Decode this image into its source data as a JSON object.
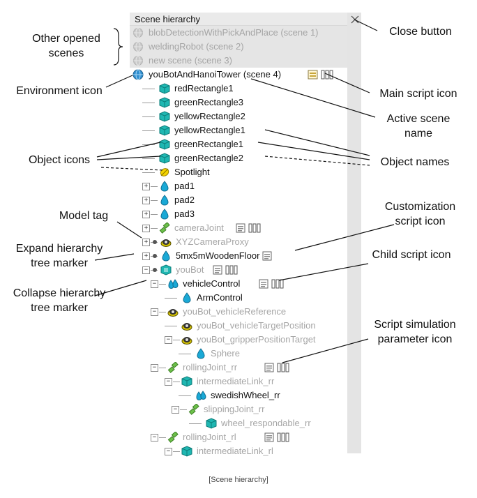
{
  "panel": {
    "title": "Scene hierarchy",
    "close_glyph": "×"
  },
  "scenes": {
    "other": [
      "blobDetectionWithPickAndPlace (scene 1)",
      "weldingRobot (scene 2)",
      "new scene (scene 3)"
    ],
    "active": "youBotAndHanoiTower (scene 4)"
  },
  "tree": [
    {
      "label": "redRectangle1",
      "icon": "cube-icon",
      "dim": false
    },
    {
      "label": "greenRectangle3",
      "icon": "cube-icon",
      "dim": false
    },
    {
      "label": "yellowRectangle2",
      "icon": "cube-icon",
      "dim": false
    },
    {
      "label": "yellowRectangle1",
      "icon": "cube-icon",
      "dim": false
    },
    {
      "label": "greenRectangle1",
      "icon": "cube-icon",
      "dim": false
    },
    {
      "label": "greenRectangle2",
      "icon": "cube-icon",
      "dim": false
    },
    {
      "label": "Spotlight",
      "icon": "light-icon",
      "dim": false
    },
    {
      "label": "pad1",
      "icon": "shape-icon",
      "dim": false
    },
    {
      "label": "pad2",
      "icon": "shape-icon",
      "dim": false
    },
    {
      "label": "pad3",
      "icon": "shape-icon",
      "dim": false
    },
    {
      "label": "cameraJoint",
      "icon": "joint-icon",
      "dim": true
    },
    {
      "label": "XYZCameraProxy",
      "icon": "dummy-icon",
      "dim": true
    },
    {
      "label": "5mx5mWoodenFloor",
      "icon": "shape-icon",
      "dim": false
    },
    {
      "label": "youBot",
      "icon": "model-icon",
      "dim": true
    },
    {
      "label": "vehicleControl",
      "icon": "multishape-icon",
      "dim": false
    },
    {
      "label": "ArmControl",
      "icon": "shape-icon",
      "dim": false
    },
    {
      "label": "youBot_vehicleReference",
      "icon": "dummy-icon",
      "dim": true
    },
    {
      "label": "youBot_vehicleTargetPosition",
      "icon": "dummy-icon",
      "dim": true
    },
    {
      "label": "youBot_gripperPositionTarget",
      "icon": "dummy-icon",
      "dim": true
    },
    {
      "label": "Sphere",
      "icon": "shape-icon",
      "dim": true
    },
    {
      "label": "rollingJoint_rr",
      "icon": "joint-icon",
      "dim": true
    },
    {
      "label": "intermediateLink_rr",
      "icon": "cube-icon",
      "dim": true
    },
    {
      "label": "swedishWheel_rr",
      "icon": "multishape-icon",
      "dim": false
    },
    {
      "label": "slippingJoint_rr",
      "icon": "joint-icon",
      "dim": true
    },
    {
      "label": "wheel_respondable_rr",
      "icon": "cube-icon",
      "dim": true
    },
    {
      "label": "rollingJoint_rl",
      "icon": "joint-icon",
      "dim": true
    },
    {
      "label": "intermediateLink_rl",
      "icon": "cube-icon",
      "dim": true
    }
  ],
  "callouts": {
    "other_scenes": "Other opened scenes",
    "environment_icon": "Environment icon",
    "object_icons": "Object icons",
    "model_tag": "Model tag",
    "expand_marker": "Expand hierarchy tree marker",
    "collapse_marker": "Collapse hierarchy tree marker",
    "close_button": "Close button",
    "main_script_icon": "Main script icon",
    "active_scene_name": "Active scene name",
    "object_names": "Object names",
    "customization_script_icon": "Customization script icon",
    "child_script_icon": "Child script icon",
    "script_param_icon": "Script simulation parameter icon"
  },
  "caption": "[Scene hierarchy]",
  "colors": {
    "cube": "#1fb7b2",
    "shape": "#1aa9d6",
    "joint": "#6cc04a",
    "light": "#f4d400",
    "dim_text": "#a5a5a5",
    "band": "#e5e5e5"
  }
}
